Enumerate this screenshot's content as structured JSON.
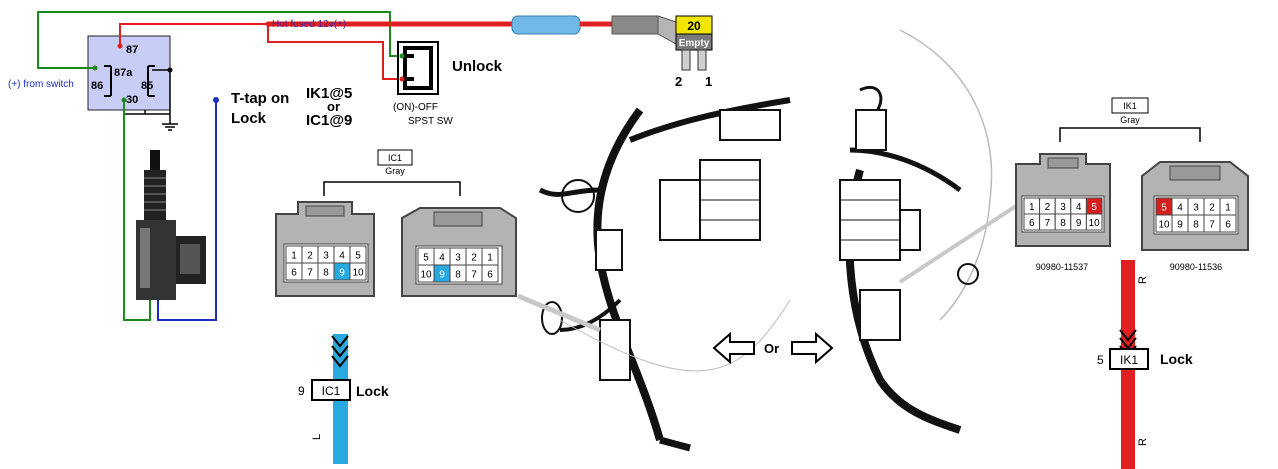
{
  "relay": {
    "pin_87": "87",
    "pin_87a": "87a",
    "pin_86": "86",
    "pin_85": "85",
    "pin_30": "30",
    "from_switch": "(+) from switch"
  },
  "power": {
    "hot_fused": "Hot fused 12v(+)",
    "fuse_value": "20",
    "fuse_empty": "Empty",
    "terminal_2": "2",
    "terminal_1": "1"
  },
  "switch": {
    "unlock": "Unlock",
    "on_off": "(ON)-OFF",
    "spst": "SPST SW"
  },
  "ttap": {
    "line1": "T-tap on",
    "line2": "Lock",
    "opt1": "IK1@5",
    "or": "or",
    "opt2": "IC1@9"
  },
  "ic1": {
    "title": "IC1",
    "color": "Gray",
    "left_row1": [
      "1",
      "2",
      "3",
      "4",
      "5"
    ],
    "left_row2": [
      "6",
      "7",
      "8",
      "9",
      "10"
    ],
    "right_row1": [
      "5",
      "4",
      "3",
      "2",
      "1"
    ],
    "right_row2": [
      "10",
      "9",
      "8",
      "7",
      "6"
    ],
    "wire_pin": "9",
    "wire_label": "IC1",
    "wire_name": "Lock",
    "wire_color_code": "L"
  },
  "ik1": {
    "title": "IK1",
    "color": "Gray",
    "left_row1": [
      "1",
      "2",
      "3",
      "4",
      "5"
    ],
    "left_row2": [
      "6",
      "7",
      "8",
      "9",
      "10"
    ],
    "right_row1": [
      "5",
      "4",
      "3",
      "2",
      "1"
    ],
    "right_row2": [
      "10",
      "9",
      "8",
      "7",
      "6"
    ],
    "left_part": "90980-11537",
    "right_part": "90980-11536",
    "wire_pin": "5",
    "wire_label": "IK1",
    "wire_name": "Lock",
    "wire_color_code_top": "R",
    "wire_color_code_bottom": "R"
  },
  "middle": {
    "or": "Or"
  },
  "colors": {
    "power_wire": "#e02020",
    "ground_wire": "#1e8a1e",
    "signal_wire": "#1a2fbf",
    "relay_body": "#c8cdf5",
    "fuse_yellow": "#f2e600",
    "fuse_holder": "#6fb8e8",
    "highlight_blue": "#2aa8e0",
    "highlight_red": "#d62020",
    "ic1_wire": "#2aa8e0",
    "ik1_wire": "#e02020"
  }
}
